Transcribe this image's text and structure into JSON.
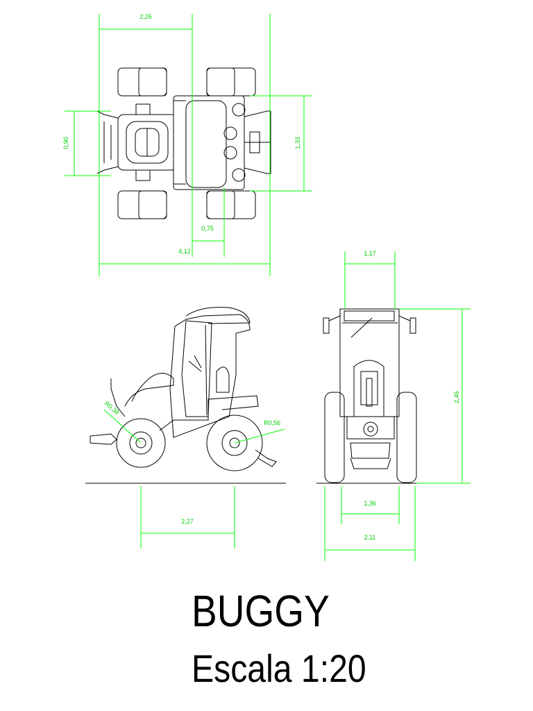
{
  "title": "BUGGY",
  "scale_label": "Escala 1:20",
  "colors": {
    "dimension": "#00ff00",
    "linework": "#000000",
    "background": "#ffffff"
  },
  "top_view": {
    "dim_overall_length": "4,12",
    "dim_front_section": "2,26",
    "dim_track_width": "1,33",
    "dim_rear_width": "0,90",
    "dim_step": "0,75"
  },
  "side_view": {
    "dim_wheelbase": "2,27",
    "dim_rear_wheel_radius": "R0,38",
    "dim_front_wheel_radius": "R0,56"
  },
  "front_view": {
    "dim_cab_width": "1,17",
    "dim_height": "2,45",
    "dim_inner_track": "1,36",
    "dim_overall_width": "2,11"
  }
}
